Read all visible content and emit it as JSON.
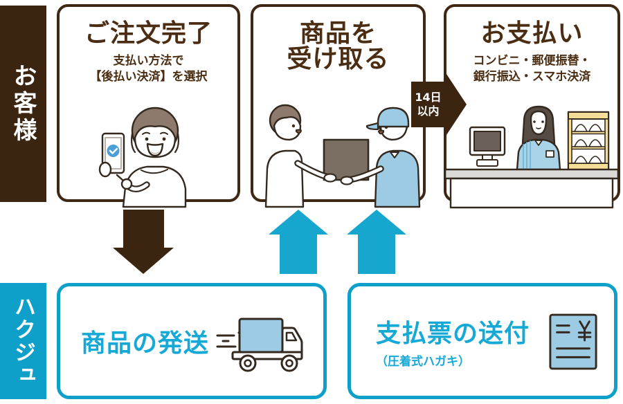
{
  "rows": {
    "customer": {
      "label": "お客様"
    },
    "hakuju": {
      "label": "ハクジュ"
    }
  },
  "steps": {
    "order": {
      "title": "ご注文完了",
      "subtitle_line1": "支払い方法で",
      "subtitle_line2": "【後払い決済】を選択"
    },
    "receive": {
      "title_line1": "商品を",
      "title_line2": "受け取る"
    },
    "payment": {
      "title": "お支払い",
      "subtitle_line1": "コンビニ・郵便振替・",
      "subtitle_line2": "銀行振込・スマホ決済"
    },
    "shipping": {
      "title": "商品の発送"
    },
    "payment_slip": {
      "title": "支払票の送付",
      "note": "（圧着式ハガキ）"
    }
  },
  "deadline_arrow": {
    "line1": "14日",
    "line2": "以内"
  },
  "colors": {
    "brown_bar": "#3B2510",
    "brown_border": "#3E2814",
    "brown_text": "#4A2D12",
    "teal_bar": "#0FA0C9",
    "teal_arrow": "#17A6CE",
    "teal_text": "#17A9D6",
    "illustration_light_blue": "#9CCBE3",
    "check_blue": "#4A9FD9",
    "parcel_brown": "#7B6F63",
    "hair_brown": "#8D7A6C",
    "case_cream": "#F4DD96",
    "counter_grey": "#DCDAD6",
    "outline": "#33291F"
  },
  "icons": {
    "delivery_truck": "delivery-truck-icon",
    "payment_slip": "payment-slip-icon",
    "checkmark": "checkmark-icon",
    "down_arrow": "flow-down-arrow-icon",
    "up_arrow_left": "flow-up-arrow-left-icon",
    "up_arrow_right": "flow-up-arrow-right-icon",
    "deadline": "deadline-arrow-icon"
  }
}
